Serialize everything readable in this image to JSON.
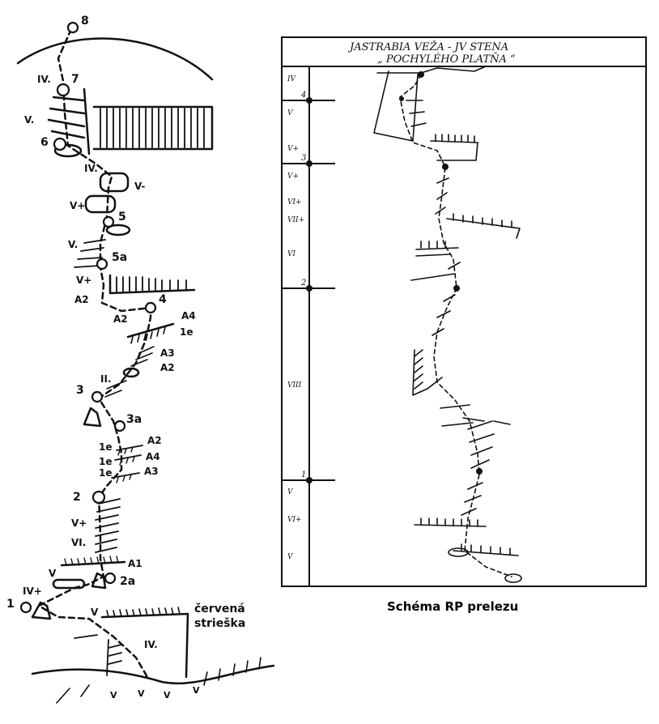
{
  "left_topo": {
    "belays": [
      "8",
      "7",
      "6",
      "5",
      "5a",
      "4",
      "3",
      "3a",
      "2",
      "2a",
      "1"
    ],
    "grades": [
      "IV.",
      "V.",
      "IV.",
      "V-",
      "V+",
      "V.",
      "V+",
      "A2",
      "A2",
      "A4",
      "1e",
      "A3",
      "A2",
      "II.",
      "A2",
      "1e",
      "A4",
      "1e",
      "A3",
      "1e",
      "V+",
      "VI.",
      "A1",
      "V",
      "IV+",
      "V",
      "IV."
    ],
    "roof_label_line1": "červená",
    "roof_label_line2": "strieška"
  },
  "right_schema": {
    "title_line1": "JASTRABIA VEŽA  -  JV  STENA",
    "title_line2": "„ POCHYLÉHO  PLATŇA “",
    "pitch_markers": [
      "4",
      "3",
      "2",
      "1"
    ],
    "pitch_grades": [
      "IV",
      "V",
      "V+",
      "V+",
      "VI+",
      "VII+",
      "VI",
      "VIII",
      "V",
      "VI+",
      "V"
    ]
  },
  "caption": "Schéma RP prelezu"
}
